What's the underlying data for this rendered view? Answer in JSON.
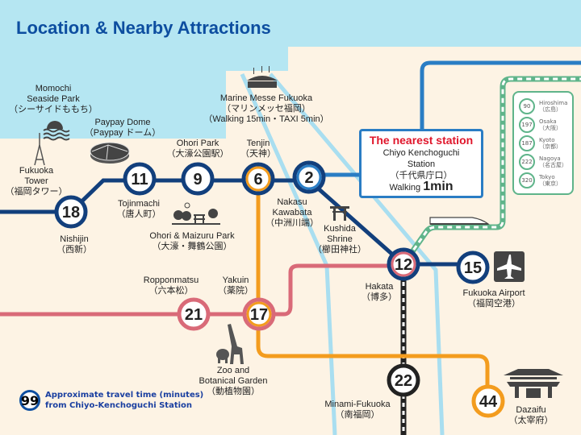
{
  "title": "Location & Nearby Attractions",
  "colors": {
    "sea": "#b5e6f2",
    "land": "#fdf3e4",
    "airport_line": "#123f7c",
    "nanakuma_line": "#f39c1e",
    "nishitetsu_line": "#d96a78",
    "shinkansen": "#5fb48a",
    "river": "#a9def0",
    "title": "#0d4ea0",
    "nearest": "#e0162b"
  },
  "stations": {
    "nishijin": {
      "num": "18",
      "name": "Nishijin",
      "jp": "（西新）"
    },
    "tojinmachi": {
      "num": "11",
      "name": "Tojinmachi",
      "jp": "（唐人町）"
    },
    "ohori": {
      "num": "9",
      "name": "Ohori Park",
      "jp": "（大濠公園駅）"
    },
    "tenjin": {
      "num": "6",
      "name": "Tenjin",
      "jp": "（天神）"
    },
    "nakasu": {
      "num": "2",
      "name1": "Nakasu",
      "name2": "Kawabata",
      "jp": "（中洲川端）"
    },
    "hakata": {
      "num": "12",
      "name": "Hakata",
      "jp": "（博多）"
    },
    "airport": {
      "num": "15",
      "name": "Fukuoka Airport",
      "jp": "（福岡空港）"
    },
    "ropponmatsu": {
      "num": "21",
      "name": "Ropponmatsu",
      "jp": "（六本松）"
    },
    "yakuin": {
      "num": "17",
      "name": "Yakuin",
      "jp": "（薬院）"
    },
    "minami": {
      "num": "22",
      "name": "Minami-Fukuoka",
      "jp": "（南福岡）"
    },
    "dazaifu": {
      "num": "44",
      "name": "Dazaifu",
      "jp": "（太宰府）"
    }
  },
  "attractions": {
    "momochi": {
      "l1": "Momochi",
      "l2": "Seaside Park",
      "jp": "（シーサイドももち）"
    },
    "tower": {
      "l1": "Fukuoka",
      "l2": "Tower",
      "jp": "（福岡タワー）"
    },
    "dome": {
      "l1": "Paypay Dome",
      "jp": "（Paypay ドーム）"
    },
    "messe": {
      "l1": "Marine Messe Fukuoka",
      "jp": "（マリンメッセ福岡）",
      "walk": "（Walking 15min・TAXI 5min）"
    },
    "ohori_park": {
      "l1": "Ohori & Maizuru Park",
      "jp": "（大濠・舞鶴公園）"
    },
    "kushida": {
      "l1": "Kushida",
      "l2": "Shrine",
      "jp": "（櫛田神社）"
    },
    "zoo": {
      "l1": "Zoo and",
      "l2": "Botanical Garden",
      "jp": "（動植物園）"
    }
  },
  "nearest": {
    "heading": "The nearest station",
    "name1": "Chiyo Kenchoguchi",
    "name2": "Station",
    "jp": "（千代県庁口）",
    "walk_label": "Walking",
    "walk_value": "1min"
  },
  "shinkansen": [
    {
      "min": "90",
      "city": "Hiroshima",
      "jp": "（広島）"
    },
    {
      "min": "197",
      "city": "Osaka",
      "jp": "（大阪）"
    },
    {
      "min": "187",
      "city": "Kyoto",
      "jp": "（京都）"
    },
    {
      "min": "222",
      "city": "Nagoya",
      "jp": "（名古屋）"
    },
    {
      "min": "320",
      "city": "Tokyo",
      "jp": "（東京）"
    }
  ],
  "note": {
    "sample": "99",
    "line1": "Approximate travel time (minutes)",
    "line2": "from Chiyo-Kenchoguchi Station"
  }
}
